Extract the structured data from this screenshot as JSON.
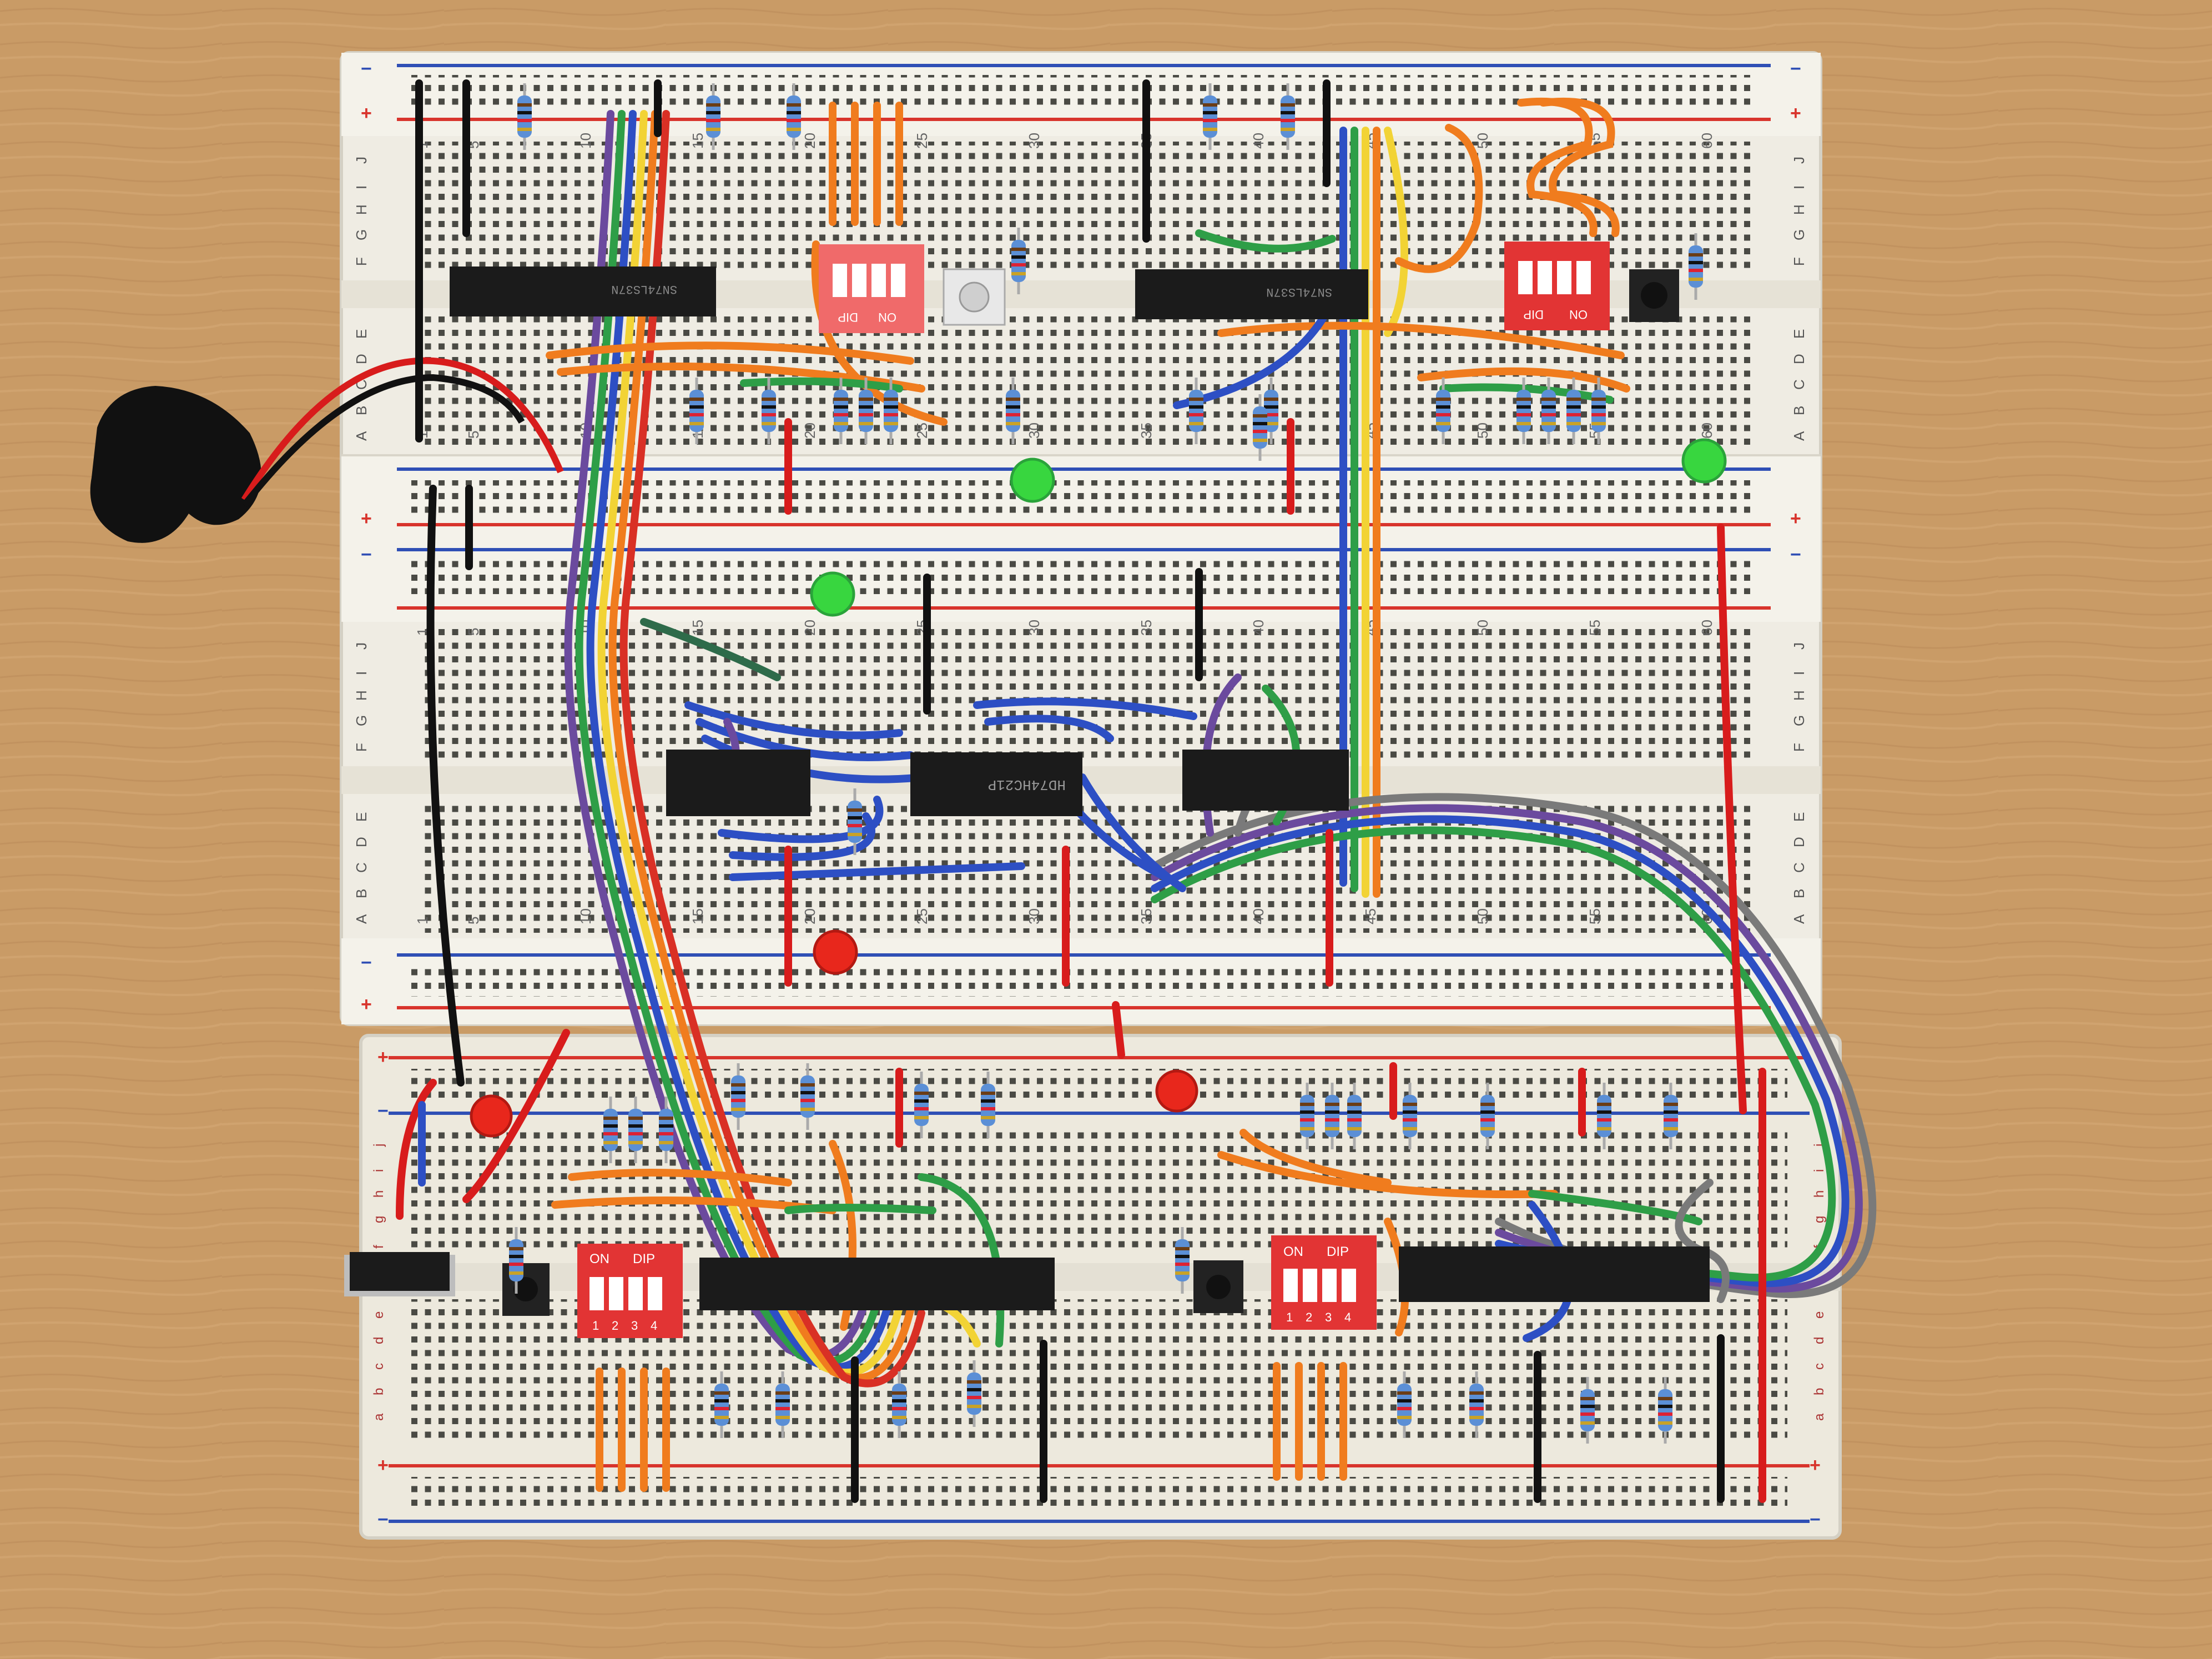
{
  "colors": {
    "table": "#c99b66",
    "board": "#efece3",
    "rail_red": "#d8342c",
    "rail_blue": "#2f4fb5",
    "ic": "#1b1b1b",
    "led_green": "#38d63f",
    "led_red": "#e8271c",
    "dip_red": "#e23434",
    "ribbon": [
      "#d93025",
      "#f07c1e",
      "#f2d335",
      "#2e9e47",
      "#2d4fc4",
      "#6b4a9e",
      "#7a7a7a"
    ]
  },
  "boards": {
    "rail_signs": {
      "minus": "−",
      "plus": "+"
    },
    "top_rows": [
      "J",
      "I",
      "H",
      "G",
      "F",
      "E",
      "D",
      "C",
      "B",
      "A"
    ],
    "bottom_rows": [
      "j",
      "i",
      "h",
      "g",
      "f",
      "e",
      "d",
      "c",
      "b",
      "a"
    ],
    "col_numbers": [
      "1",
      "5",
      "10",
      "15",
      "20",
      "25",
      "30",
      "35",
      "40",
      "45",
      "50",
      "55",
      "60"
    ]
  },
  "chips": [
    {
      "id": "ic-top-left",
      "text": "SN74LS37N"
    },
    {
      "id": "ic-top-right",
      "text": "SN74LS37N"
    },
    {
      "id": "ic-middle",
      "text": "HD74HC21P"
    }
  ],
  "dip_switches": {
    "on_label": "ON",
    "dip_label": "DIP",
    "positions": [
      "1",
      "2",
      "3",
      "4"
    ]
  },
  "icons": [
    "battery-pack-icon",
    "voltage-regulator-icon",
    "push-button-icon",
    "led-icon",
    "resistor-icon",
    "ribbon-cable-icon"
  ]
}
